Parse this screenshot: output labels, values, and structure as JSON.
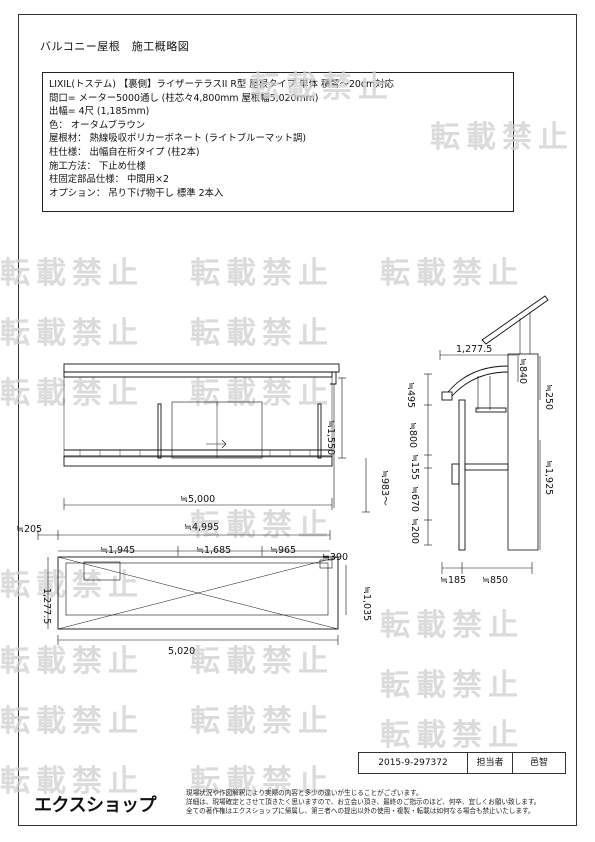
{
  "header": {
    "title": "バルコニー屋根　施工概略図"
  },
  "spec_lines": [
    "LIXIL(トステム) 【裏側】ライザーテラスII R型 屋根タイプ 単体 積雪～20cm対応",
    "間口= メーター5000通し (柱芯々4,800mm 屋根幅5,020mm)",
    "出幅= 4尺 (1,185mm)",
    "色： オータムブラウン",
    "屋根材： 熱線吸収ポリカーボネート (ライトブルーマット調)",
    "柱仕様： 出幅自在桁タイプ (柱2本)",
    "施工方法： 下止め仕様",
    "柱固定部品仕様： 中間用×2",
    "オプション： 吊り下げ物干し 標準 2本入"
  ],
  "watermark": "転載禁止",
  "front_view": {
    "height_1550": "≒1,550",
    "height_983": "≒983～",
    "width_5000": "≒5,000"
  },
  "side_view": {
    "depth_1277": "1,277.5",
    "dim_840": "≒840",
    "dim_250": "≒250",
    "dim_495": "≒495",
    "dim_800": "≒800",
    "dim_155": "≒155",
    "dim_670": "≒670",
    "dim_200": "≒200",
    "dim_1925": "≒1,925",
    "dim_185": "≒185",
    "dim_850": "≒850"
  },
  "plan_view": {
    "dim_205": "≒205",
    "dim_4995": "≒4,995",
    "dim_1945": "≒1,945",
    "dim_1685": "≒1,685",
    "dim_965": "≒965",
    "dim_390": "≒390",
    "dim_1277": "1,277.5",
    "dim_1035": "≒1,035",
    "dim_5020": "5,020"
  },
  "title_block": {
    "doc_number": "2015-9-297372",
    "person_label": "担当者",
    "person_name": "邑智"
  },
  "footer": {
    "logo": "エクスショップ",
    "notes": [
      "現場状況や作図解釈により実際の内容と多少の違いが生じることがございます。",
      "詳細は、現場確定とさせて頂きたく思いますので、お立会い頂き、最終のご指示のほど、何卒、宜しくお願い致します。",
      "全ての著作権はエクスショップに帰属し、第三者への提出以外の使用・複製・転載は如何なる場合も禁止いたします。"
    ]
  }
}
